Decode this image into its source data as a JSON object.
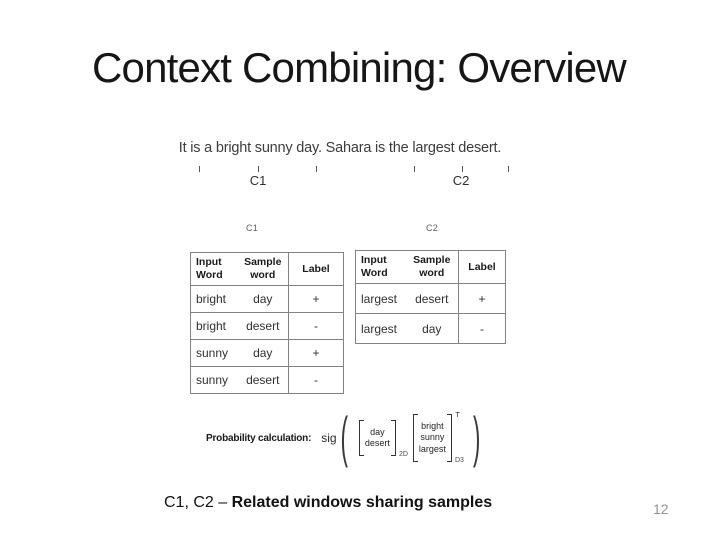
{
  "slide": {
    "title": "Context Combining: Overview",
    "page_number": "12",
    "caption": {
      "prefix": "C1, C2 – ",
      "emphasis": "Related windows sharing samples"
    }
  },
  "figure": {
    "sentence": "It is a bright sunny day. Sahara is the largest desert.",
    "braces": [
      {
        "label": "C1"
      },
      {
        "label": "C2"
      }
    ],
    "tables": [
      {
        "caption": "C1",
        "headers": [
          "Input Word",
          "Sample word",
          "Label"
        ],
        "rows": [
          [
            "bright",
            "day",
            "+"
          ],
          [
            "bright",
            "desert",
            "-"
          ],
          [
            "sunny",
            "day",
            "+"
          ],
          [
            "sunny",
            "desert",
            "-"
          ]
        ]
      },
      {
        "caption": "C2",
        "headers": [
          "Input Word",
          "Sample word",
          "Label"
        ],
        "rows": [
          [
            "largest",
            "desert",
            "+"
          ],
          [
            "largest",
            "day",
            "-"
          ]
        ]
      }
    ],
    "formula": {
      "label": "Probability calculation:",
      "function": "sig",
      "open_paren": "(",
      "close_paren": ")",
      "matrix1": [
        "day",
        "desert"
      ],
      "matrix1_subscript": "2D",
      "matrix2": [
        "bright",
        "sunny",
        "largest"
      ],
      "matrix2_superscript": "T",
      "matrix2_subscript": "D3"
    }
  },
  "colors": {
    "background": "#ffffff",
    "text": "#1a1a1a",
    "table_border": "#828282",
    "muted": "#939393"
  }
}
